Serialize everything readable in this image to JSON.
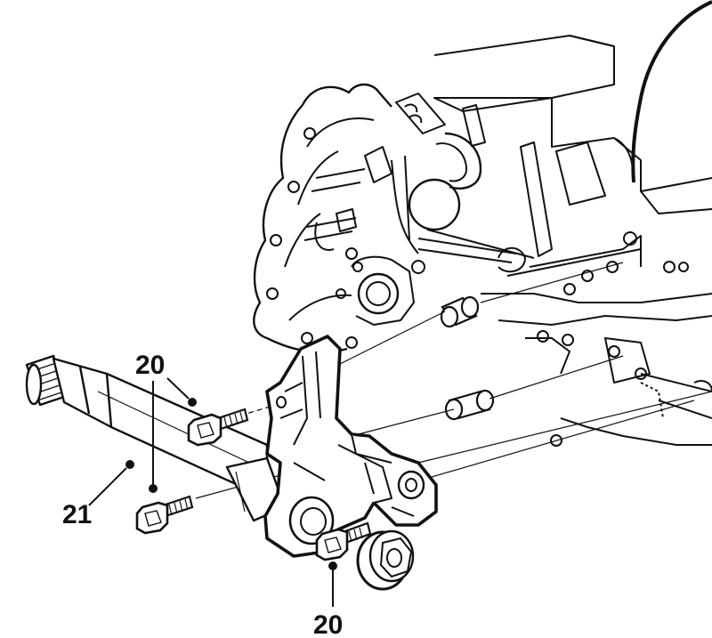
{
  "diagram": {
    "callouts": [
      {
        "id": "c20a",
        "label": "20"
      },
      {
        "id": "c21",
        "label": "21"
      },
      {
        "id": "c20b",
        "label": "20"
      }
    ],
    "colors": {
      "ink": "#111111",
      "paper": "#ffffff"
    }
  }
}
